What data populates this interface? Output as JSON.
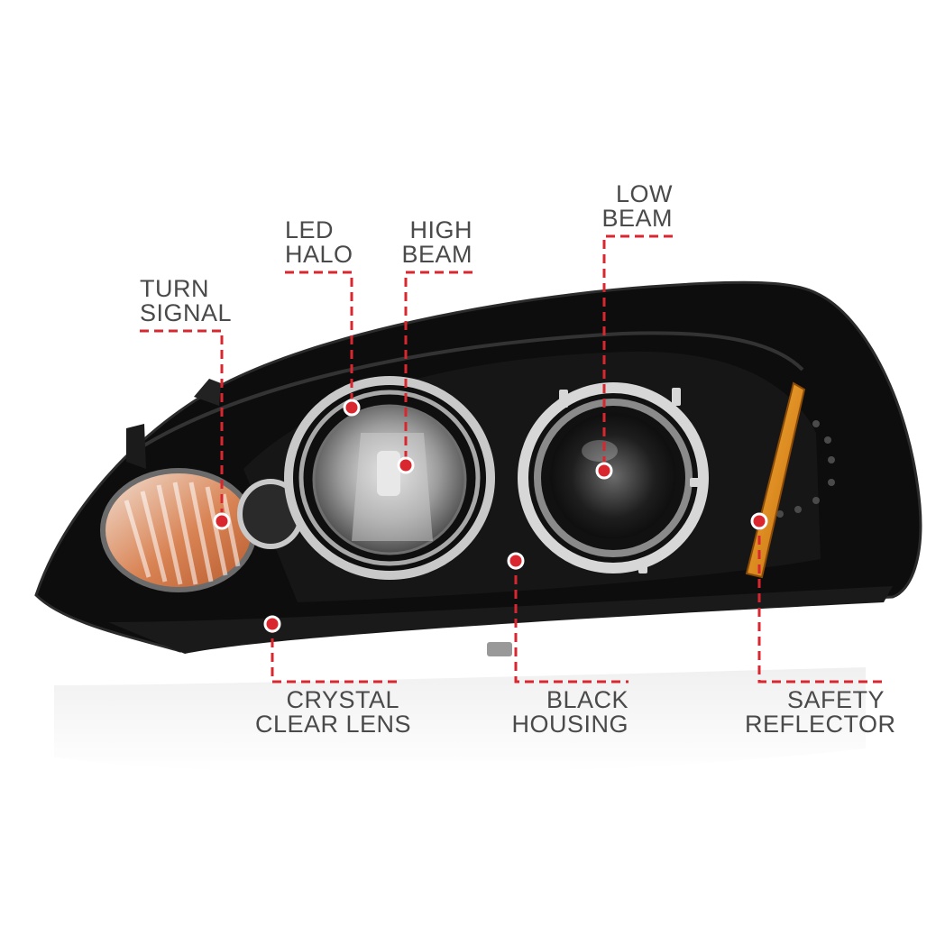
{
  "colors": {
    "accent": "#d8272f",
    "housing": "#0d0d0e",
    "chrome": "#c9c9c9",
    "amber": "#e08a16",
    "label_text": "#4a4a4a"
  },
  "callouts": [
    {
      "id": "turn-signal",
      "lines": [
        "TURN",
        "SIGNAL"
      ]
    },
    {
      "id": "led-halo",
      "lines": [
        "LED",
        "HALO"
      ]
    },
    {
      "id": "high-beam",
      "lines": [
        "HIGH",
        "BEAM"
      ]
    },
    {
      "id": "low-beam",
      "lines": [
        "LOW",
        "BEAM"
      ]
    },
    {
      "id": "crystal-clear-lens",
      "lines": [
        "CRYSTAL",
        "CLEAR LENS"
      ]
    },
    {
      "id": "black-housing",
      "lines": [
        "BLACK",
        "HOUSING"
      ]
    },
    {
      "id": "safety-reflector",
      "lines": [
        "SAFETY",
        "REFLECTOR"
      ]
    }
  ]
}
